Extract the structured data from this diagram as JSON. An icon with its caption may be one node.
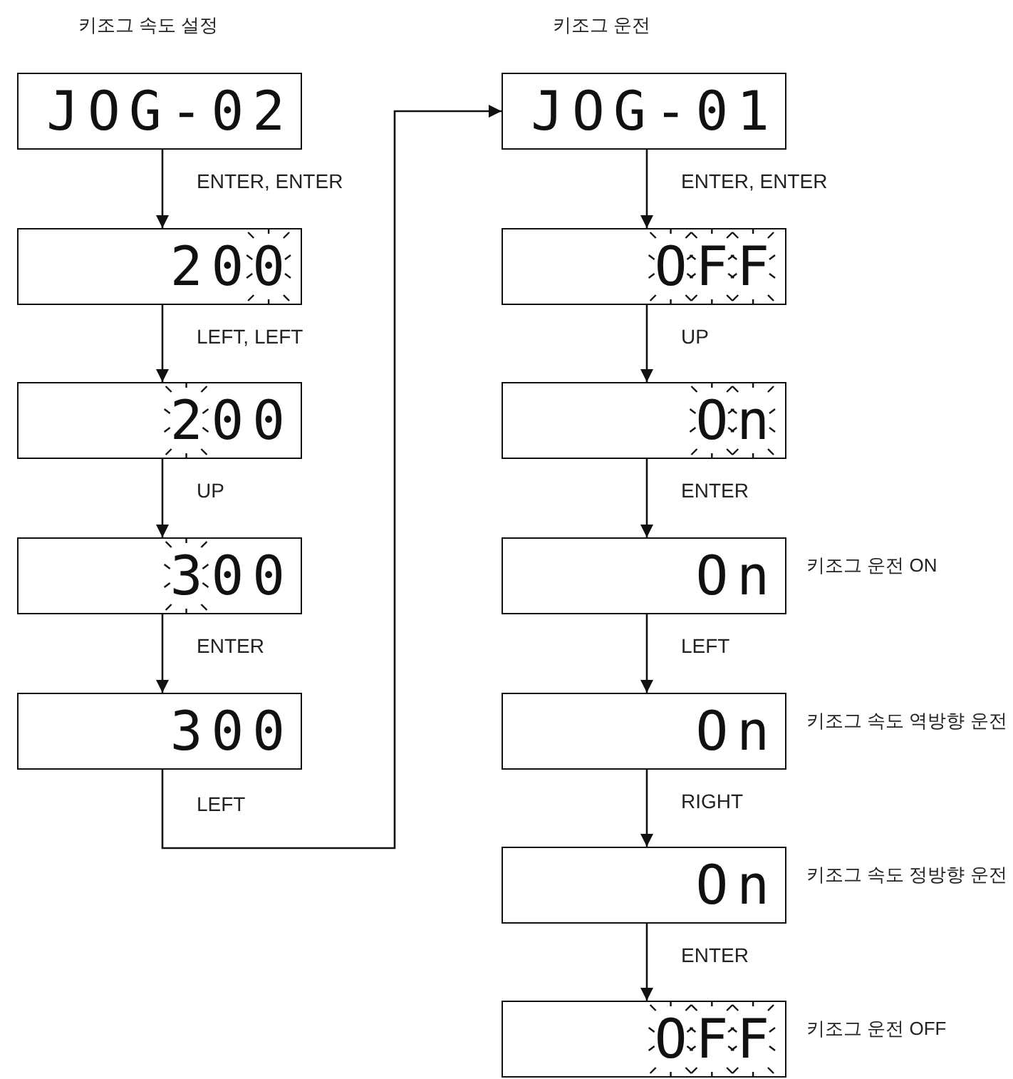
{
  "diagram": {
    "nodes": [
      {
        "text": [
          "JOG-02"
        ]
      },
      {
        "text": [
          "200"
        ]
      },
      {
        "text": [
          "200"
        ]
      },
      {
        "text": [
          "300"
        ]
      },
      {
        "text": [
          "300"
        ]
      },
      {
        "text": [
          "JOG-01"
        ]
      },
      {
        "text": [
          "OFF"
        ]
      },
      {
        "text": [
          "On"
        ]
      },
      {
        "text": [
          "On"
        ],
        "beside": [
          "키조그 운전 ON"
        ]
      },
      {
        "text": [
          "On"
        ],
        "beside": [
          "키조그 속도 역방향 운전"
        ]
      },
      {
        "text": [
          "On"
        ],
        "beside": [
          "키조그 속도 정방향 운전"
        ]
      },
      {
        "text": [
          "OFF"
        ],
        "beside": [
          "키조그 운전 OFF"
        ]
      }
    ],
    "edges": [
      {
        "from": 0,
        "to": 1,
        "arrow": "to",
        "label": "ENTER, ENTER"
      },
      {
        "from": 1,
        "to": 2,
        "arrow": "to",
        "label": "LEFT, LEFT"
      },
      {
        "from": 2,
        "to": 3,
        "arrow": "to",
        "label": "UP"
      },
      {
        "from": 3,
        "to": 4,
        "arrow": "to",
        "label": "ENTER"
      },
      {
        "from": 4,
        "to": 5,
        "arrow": "to",
        "label": "LEFT"
      },
      {
        "from": 5,
        "to": 6,
        "arrow": "to",
        "label": "ENTER, ENTER"
      },
      {
        "from": 6,
        "to": 7,
        "arrow": "to",
        "label": "UP"
      },
      {
        "from": 7,
        "to": 8,
        "arrow": "to",
        "label": "ENTER"
      },
      {
        "from": 8,
        "to": 9,
        "arrow": "to",
        "label": "LEFT"
      },
      {
        "from": 9,
        "to": 10,
        "arrow": "to",
        "label": "RIGHT"
      },
      {
        "from": 10,
        "to": 11,
        "arrow": "to",
        "label": "ENTER"
      }
    ],
    "labels": [
      "키조그 속도 설정",
      "키조그 운전"
    ]
  }
}
